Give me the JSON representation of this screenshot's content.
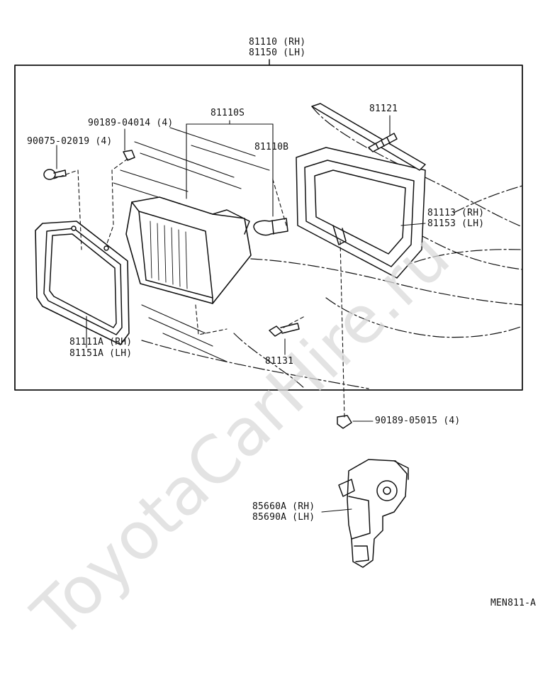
{
  "title_lines": [
    "81110 (RH)",
    "81150 (LH)"
  ],
  "labels": {
    "p90189_04014": "90189-04014 (4)",
    "p90075_02019": "90075-02019 (4)",
    "p81110s": "81110S",
    "p81110b": "81110B",
    "p81121": "81121",
    "p81113": "81113 (RH)",
    "p81153": "81153 (LH)",
    "p81111a": "81111A (RH)",
    "p81151a": "81151A (LH)",
    "p81131": "81131",
    "p90189_05015": "90189-05015 (4)",
    "p85660a": "85660A (RH)",
    "p85690a": "85690A (LH)"
  },
  "figure_code": "MEN811-A",
  "watermark": "ToyotaCarHire.ru"
}
